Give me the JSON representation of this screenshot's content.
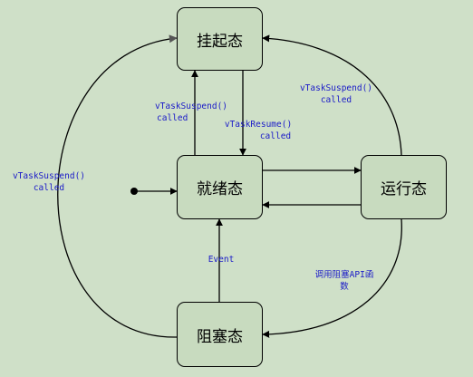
{
  "states": {
    "suspended": "挂起态",
    "ready": "就绪态",
    "running": "运行态",
    "blocked": "阻塞态"
  },
  "edge_labels": {
    "ready_to_suspended": [
      "vTaskSuspend()",
      "called"
    ],
    "suspended_to_ready": [
      "vTaskResume()",
      "called"
    ],
    "running_to_suspended": [
      "vTaskSuspend()",
      "called"
    ],
    "blocked_to_suspended": [
      "vTaskSuspend()",
      "called"
    ],
    "blocked_to_ready": [
      "Event"
    ],
    "running_to_blocked": [
      "调用阻塞API函",
      "数"
    ]
  },
  "colors": {
    "background": "#cfe0c8",
    "state_fill": "#c8dbbf",
    "label_text": "#1a1ac8",
    "line": "#000000"
  }
}
